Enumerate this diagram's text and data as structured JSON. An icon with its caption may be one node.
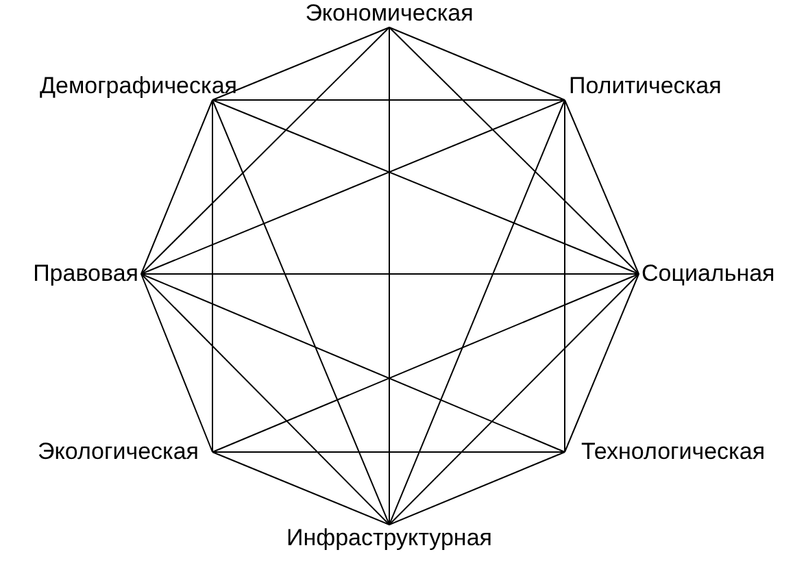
{
  "diagram": {
    "nodes": [
      {
        "text": [
          "Экономическая"
        ]
      },
      {
        "text": [
          "Демографическая"
        ]
      },
      {
        "text": [
          "Политическая"
        ]
      },
      {
        "text": [
          "Правовая"
        ]
      },
      {
        "text": [
          "Социальная"
        ]
      },
      {
        "text": [
          "Экологическая"
        ]
      },
      {
        "text": [
          "Технологическая"
        ]
      },
      {
        "text": [
          "Инфраструктурная"
        ]
      }
    ],
    "edges": [
      {
        "from": 0,
        "to": 1,
        "arrow": "none"
      },
      {
        "from": 0,
        "to": 2,
        "arrow": "none"
      },
      {
        "from": 0,
        "to": 7,
        "arrow": "none"
      },
      {
        "from": 0,
        "to": 3,
        "arrow": "none"
      },
      {
        "from": 0,
        "to": 4,
        "arrow": "none"
      },
      {
        "from": 1,
        "to": 2,
        "arrow": "none"
      },
      {
        "from": 1,
        "to": 4,
        "arrow": "none"
      },
      {
        "from": 1,
        "to": 5,
        "arrow": "none"
      },
      {
        "from": 1,
        "to": 3,
        "arrow": "none"
      },
      {
        "from": 1,
        "to": 7,
        "arrow": "none"
      },
      {
        "from": 2,
        "to": 3,
        "arrow": "none"
      },
      {
        "from": 2,
        "to": 6,
        "arrow": "none"
      },
      {
        "from": 2,
        "to": 4,
        "arrow": "none"
      },
      {
        "from": 2,
        "to": 7,
        "arrow": "none"
      },
      {
        "from": 3,
        "to": 4,
        "arrow": "none"
      },
      {
        "from": 3,
        "to": 5,
        "arrow": "none"
      },
      {
        "from": 3,
        "to": 7,
        "arrow": "none"
      },
      {
        "from": 3,
        "to": 6,
        "arrow": "none"
      },
      {
        "from": 4,
        "to": 6,
        "arrow": "none"
      },
      {
        "from": 4,
        "to": 7,
        "arrow": "none"
      },
      {
        "from": 4,
        "to": 5,
        "arrow": "none"
      },
      {
        "from": 5,
        "to": 6,
        "arrow": "none"
      },
      {
        "from": 5,
        "to": 7,
        "arrow": "none"
      },
      {
        "from": 6,
        "to": 7,
        "arrow": "none"
      }
    ]
  }
}
